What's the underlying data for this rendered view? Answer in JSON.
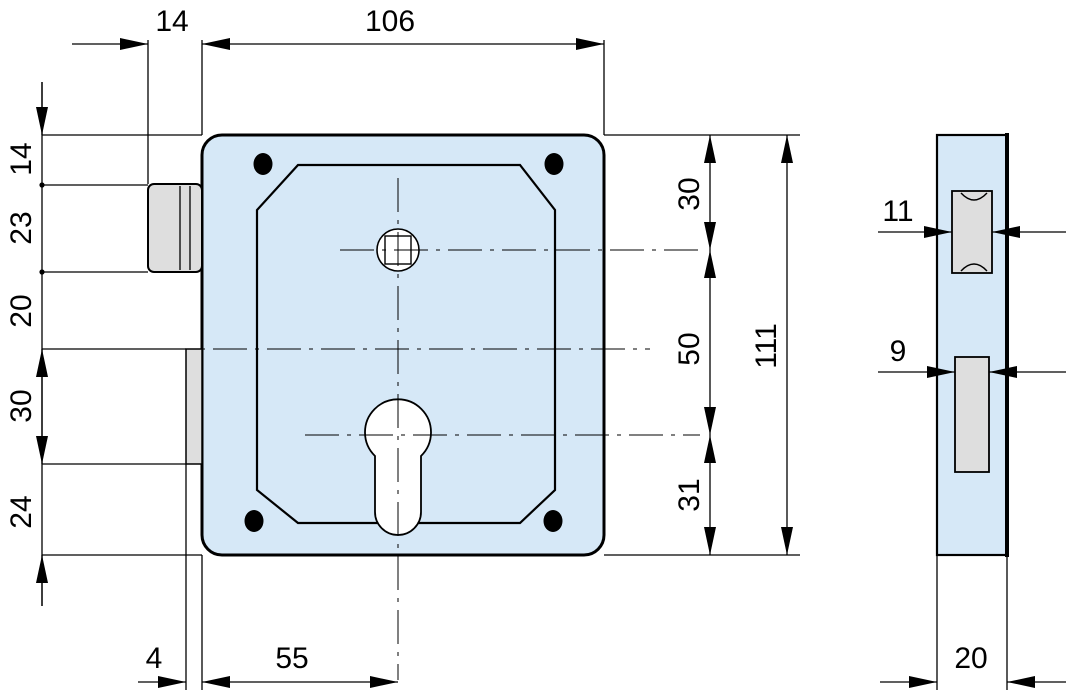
{
  "colors": {
    "body_fill": "#d6e8f7",
    "part_fill": "#dedede",
    "line": "#000000"
  },
  "front_view": {
    "width_total": "106",
    "bolt_offset": "14",
    "left_dims": [
      "14",
      "23",
      "20",
      "30",
      "24"
    ],
    "right_dims": [
      "30",
      "50",
      "31"
    ],
    "height_total": "111",
    "bottom_gap": "4",
    "bottom_offset": "55"
  },
  "side_view": {
    "upper_slot": "11",
    "lower_slot": "9",
    "depth": "20"
  }
}
